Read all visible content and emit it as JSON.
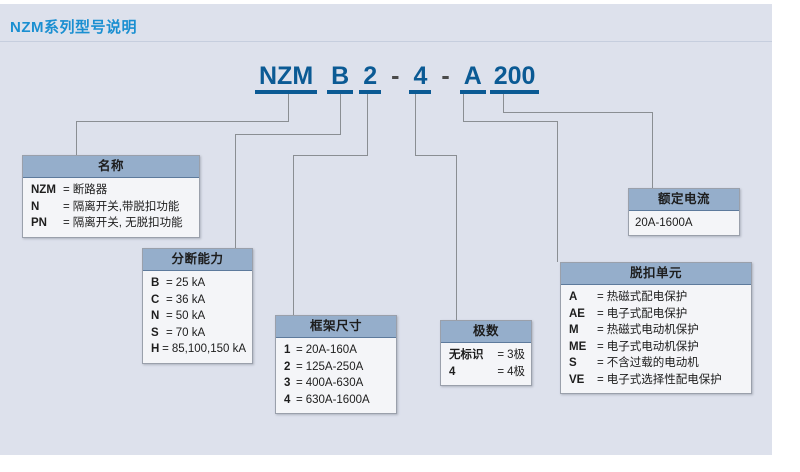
{
  "page": {
    "title": "NZM系列型号说明",
    "accent_color": "#1a8fd1",
    "code_color": "#0b5a94",
    "box_header_color": "#95aecb",
    "background_color": "#dde1ec"
  },
  "model_code": {
    "segments": [
      {
        "text": "NZM",
        "underlined": true
      },
      {
        "text": "B",
        "underlined": true
      },
      {
        "text": "2",
        "underlined": true
      },
      {
        "text": "-",
        "underlined": false
      },
      {
        "text": "4",
        "underlined": true
      },
      {
        "text": "-",
        "underlined": false
      },
      {
        "text": "A",
        "underlined": true
      },
      {
        "text": "200",
        "underlined": true
      }
    ]
  },
  "boxes": {
    "name": {
      "header": "名称",
      "rows": [
        {
          "k": "NZM",
          "eq": "=",
          "v": "断路器"
        },
        {
          "k": "N",
          "eq": "=",
          "v": "隔离开关,带脱扣功能"
        },
        {
          "k": "PN",
          "eq": "=",
          "v": "隔离开关, 无脱扣功能"
        }
      ]
    },
    "breaking_capacity": {
      "header": "分断能力",
      "rows": [
        {
          "k": "B",
          "eq": "=",
          "v": "25 kA"
        },
        {
          "k": "C",
          "eq": "=",
          "v": "36 kA"
        },
        {
          "k": "N",
          "eq": "=",
          "v": "50 kA"
        },
        {
          "k": "S",
          "eq": "=",
          "v": "70 kA"
        },
        {
          "k": "H",
          "eq": "=",
          "v": "85,100,150 kA"
        }
      ]
    },
    "frame_size": {
      "header": "框架尺寸",
      "rows": [
        {
          "k": "1",
          "eq": "=",
          "v": "20A-160A"
        },
        {
          "k": "2",
          "eq": "=",
          "v": "125A-250A"
        },
        {
          "k": "3",
          "eq": "=",
          "v": "400A-630A"
        },
        {
          "k": "4",
          "eq": "=",
          "v": "630A-1600A"
        }
      ]
    },
    "poles": {
      "header": "极数",
      "rows": [
        {
          "k": "无标识",
          "eq": "=",
          "v": "3极"
        },
        {
          "k": "4",
          "eq": "=",
          "v": "4极"
        }
      ]
    },
    "trip_unit": {
      "header": "脱扣单元",
      "rows": [
        {
          "k": "A",
          "eq": "=",
          "v": "热磁式配电保护"
        },
        {
          "k": "AE",
          "eq": "=",
          "v": "电子式配电保护"
        },
        {
          "k": "M",
          "eq": "=",
          "v": "热磁式电动机保护"
        },
        {
          "k": "ME",
          "eq": "=",
          "v": "电子式电动机保护"
        },
        {
          "k": "S",
          "eq": "=",
          "v": "不含过载的电动机"
        },
        {
          "k": "VE",
          "eq": "=",
          "v": "电子式选择性配电保护"
        }
      ]
    },
    "rated_current": {
      "header": "额定电流",
      "value": "20A-1600A"
    }
  }
}
